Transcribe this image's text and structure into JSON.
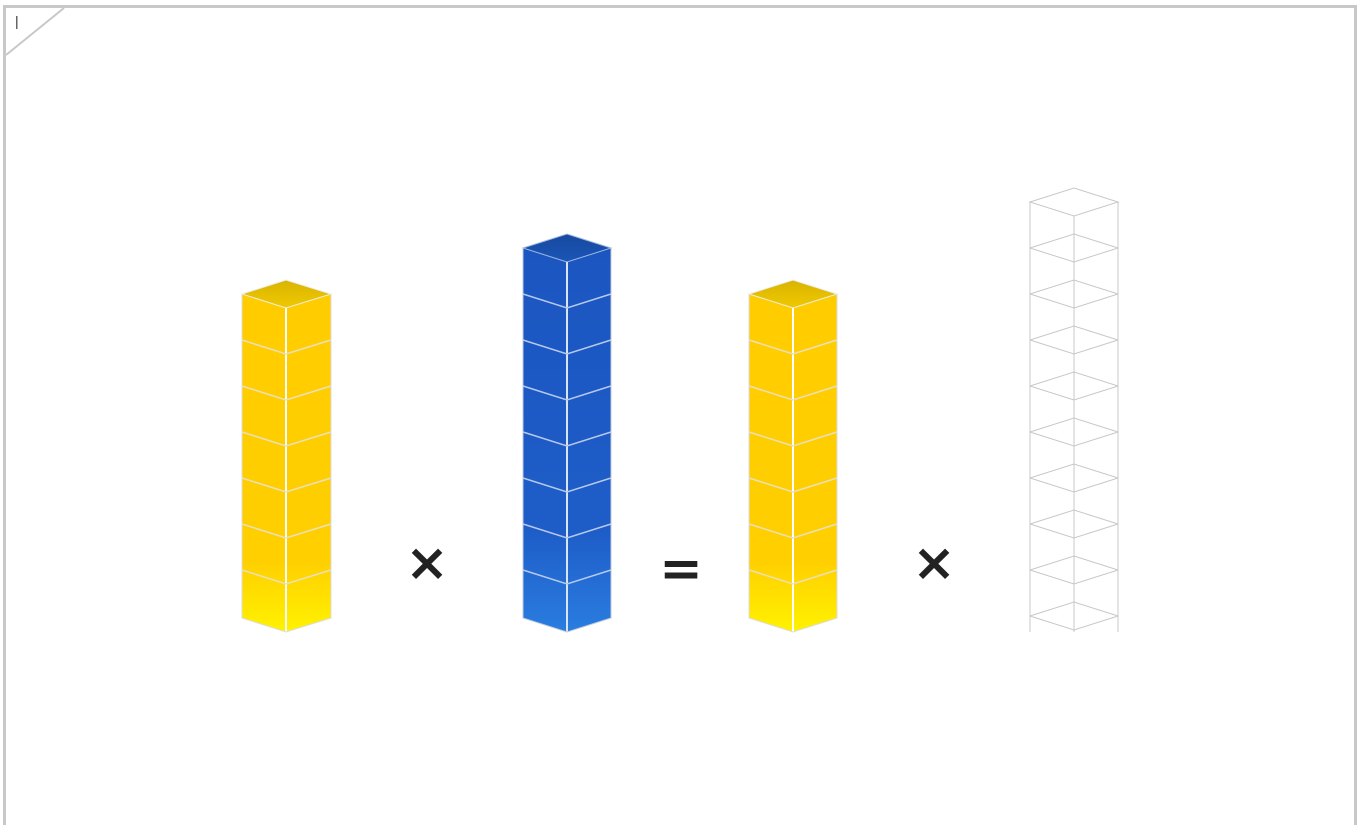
{
  "workspace": {
    "corner_label": "|",
    "operators": {
      "times_1": "×",
      "equals": "=",
      "times_2": "×"
    },
    "towers": [
      {
        "name": "yellow-tower-left",
        "cubes": 7,
        "style": "yellow"
      },
      {
        "name": "blue-tower",
        "cubes": 8,
        "style": "blue"
      },
      {
        "name": "yellow-tower-right",
        "cubes": 7,
        "style": "yellow"
      },
      {
        "name": "empty-tower-outline",
        "cubes": 10,
        "style": "outline"
      }
    ]
  },
  "colors": {
    "yellow_top": "#ffcc00",
    "yellow_bottom": "#fff200",
    "yellow_cap": "#e0b800",
    "blue_top": "#1b55c0",
    "blue_bottom": "#2a7de0",
    "blue_cap": "#1a4ea8",
    "outline": "#cccccc",
    "frame": "#c8c8c8",
    "operator": "#222222"
  }
}
